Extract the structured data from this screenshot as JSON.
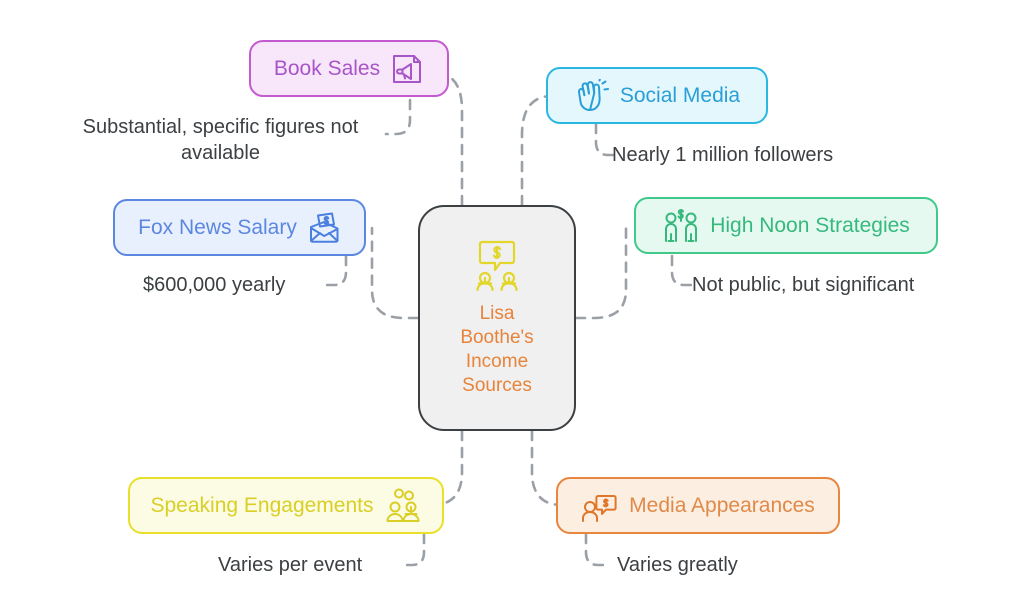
{
  "diagram": {
    "type": "mind-map",
    "background_color": "#ffffff",
    "connector_color": "#9aa0a6",
    "connector_style": "dashed"
  },
  "center": {
    "label": "Lisa\nBoothe's\nIncome\nSources",
    "icon": "money-speech-bubble-people-icon",
    "text_color": "#e8833a",
    "fill_color": "#f0f0f0",
    "border_color": "#3c4043"
  },
  "branches": [
    {
      "id": "book-sales",
      "label": "Book Sales",
      "icon": "megaphone-icon",
      "icon_position": "right",
      "border_color": "#c45ad0",
      "fill_color": "#f8e6fb",
      "text_color": "#a855c7",
      "caption": "Substantial, specific figures not available"
    },
    {
      "id": "social-media",
      "label": "Social Media",
      "icon": "clapping-hands-icon",
      "icon_position": "left",
      "border_color": "#2bb8e0",
      "fill_color": "#e4f7fd",
      "text_color": "#2a9fd6",
      "caption": "Nearly 1 million followers"
    },
    {
      "id": "fox-news-salary",
      "label": "Fox News Salary",
      "icon": "envelope-money-icon",
      "icon_position": "right",
      "border_color": "#5b87e0",
      "fill_color": "#e8f0fe",
      "text_color": "#5b87e0",
      "caption": "$600,000 yearly"
    },
    {
      "id": "high-noon-strategies",
      "label": "High Noon Strategies",
      "icon": "people-dollar-icon",
      "icon_position": "left",
      "border_color": "#3fc98a",
      "fill_color": "#e6f9f0",
      "text_color": "#36b97d",
      "caption": "Not public, but significant"
    },
    {
      "id": "speaking-engagements",
      "label": "Speaking Engagements",
      "icon": "audience-group-icon",
      "icon_position": "right",
      "border_color": "#e8e02a",
      "fill_color": "#fcfbe3",
      "text_color": "#d9cf27",
      "caption": "Varies per event"
    },
    {
      "id": "media-appearances",
      "label": "Media Appearances",
      "icon": "person-money-bubble-icon",
      "icon_position": "left",
      "border_color": "#e8853f",
      "fill_color": "#fdeee2",
      "text_color": "#e08a4a",
      "caption": "Varies greatly"
    }
  ]
}
